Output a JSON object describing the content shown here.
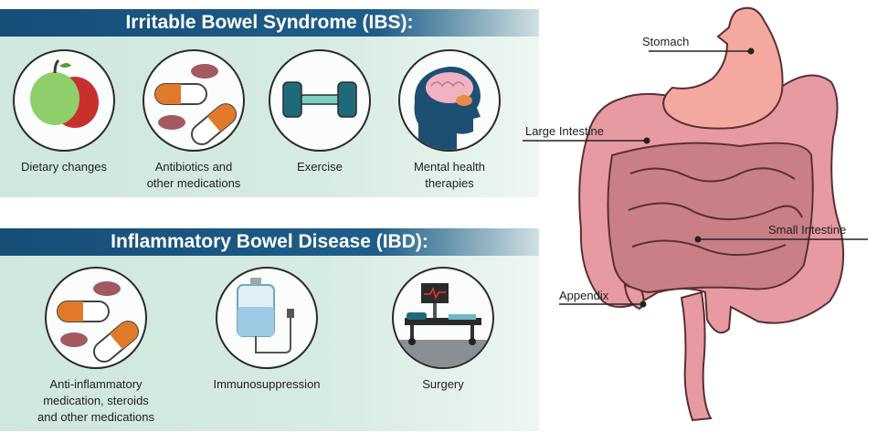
{
  "ibs": {
    "title": "Irritable Bowel Syndrome (IBS):",
    "items": [
      {
        "label_lines": [
          "Dietary changes"
        ],
        "icon": "apple-icon"
      },
      {
        "label_lines": [
          "Antibiotics and",
          "other medications"
        ],
        "icon": "pills-icon"
      },
      {
        "label_lines": [
          "Exercise"
        ],
        "icon": "dumbbell-icon"
      },
      {
        "label_lines": [
          "Mental health",
          "therapies"
        ],
        "icon": "brain-icon"
      }
    ]
  },
  "ibd": {
    "title": "Inflammatory Bowel Disease (IBD):",
    "items": [
      {
        "label_lines": [
          "Anti-inflammatory",
          "medication, steroids",
          "and other medications"
        ],
        "icon": "pills-icon"
      },
      {
        "label_lines": [
          "Immunosuppression"
        ],
        "icon": "iv-bag-icon"
      },
      {
        "label_lines": [
          "Surgery"
        ],
        "icon": "surgery-bed-icon"
      }
    ]
  },
  "anatomy": {
    "labels": {
      "stomach": "Stomach",
      "large_intestine": "Large Intestine",
      "small_intestine": "Small Intestine",
      "appendix": "Appendix"
    }
  },
  "colors": {
    "banner": "#164e78",
    "panel": "#d3e9df",
    "capsule_orange": "#e07a2a",
    "pill_mauve": "#a25a60",
    "intestine_pink": "#e79aa2",
    "stomach": "#f4a9a0"
  }
}
